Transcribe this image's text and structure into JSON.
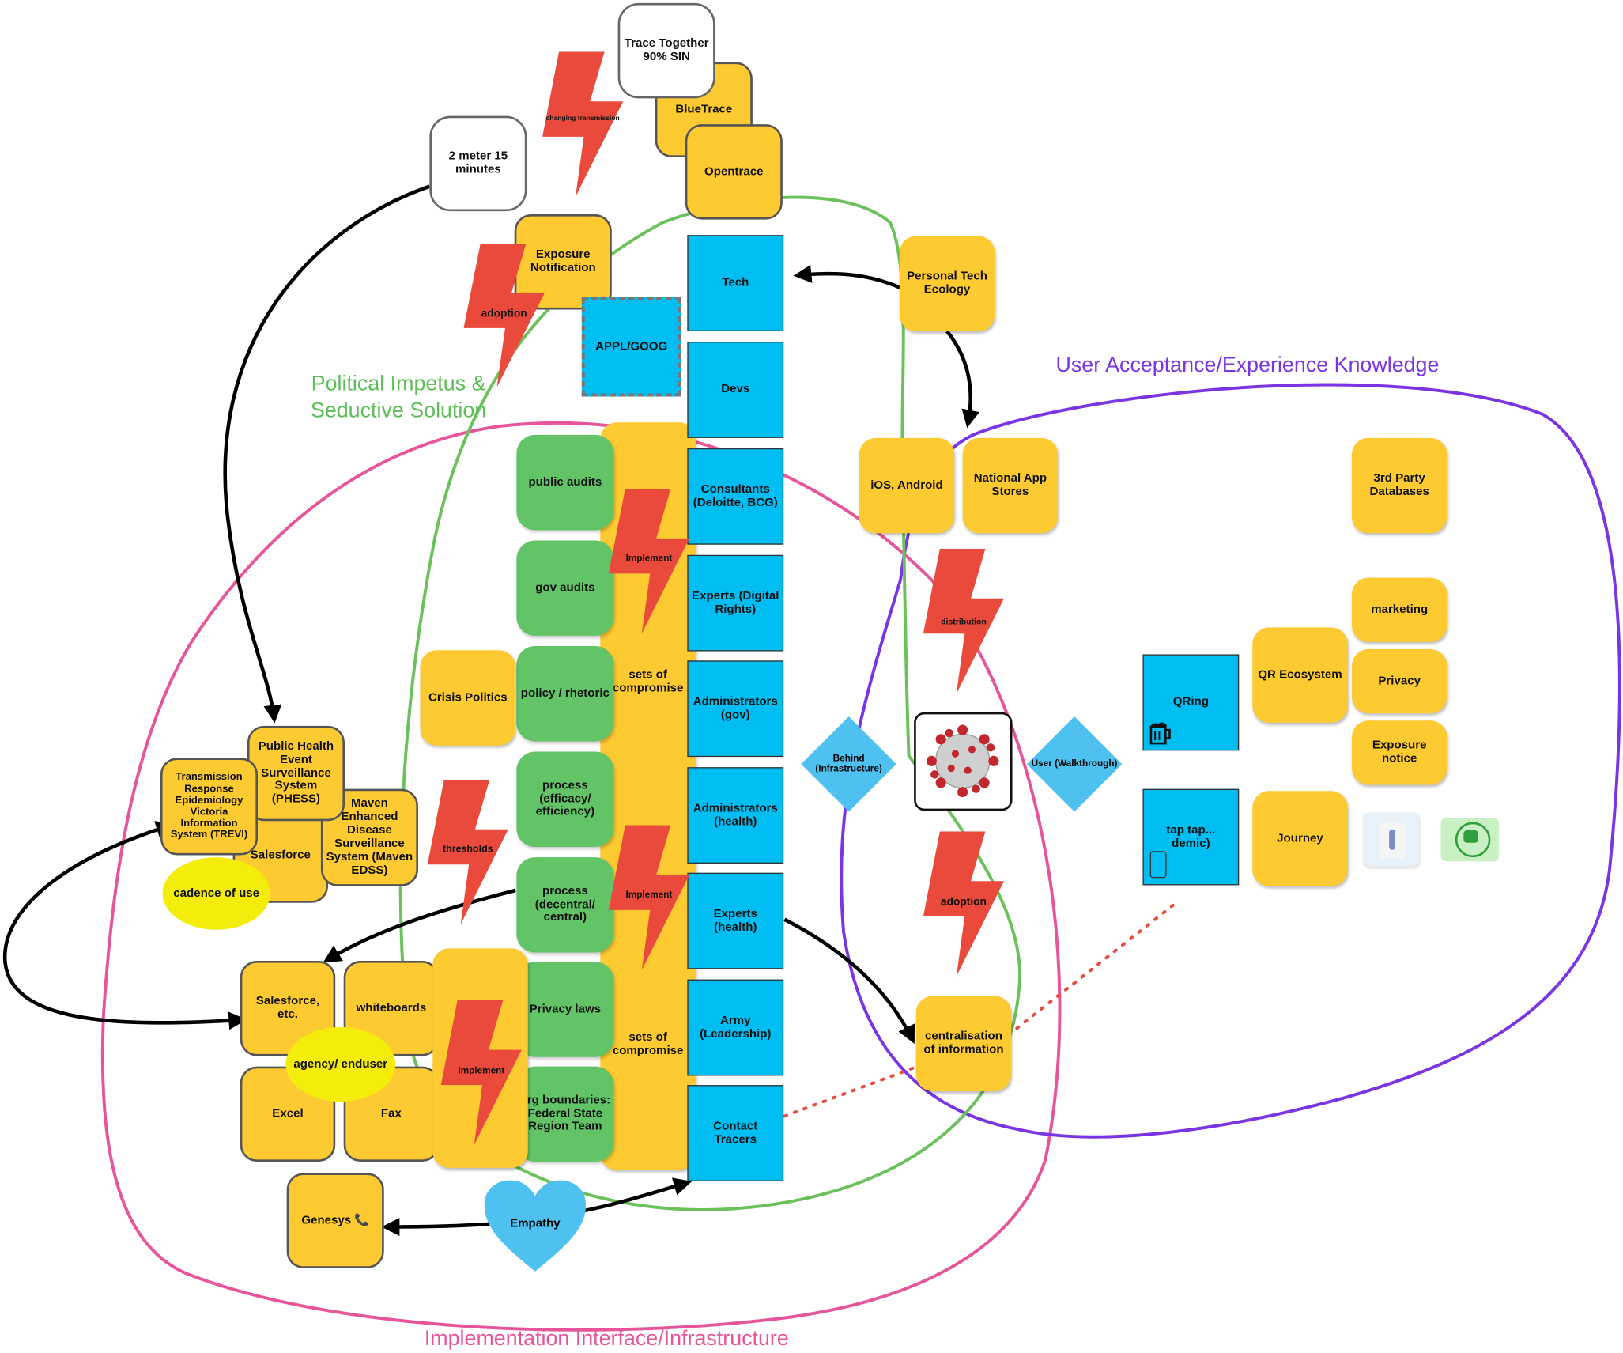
{
  "colors": {
    "sticky": "#fdca31",
    "tech_blue": "#00bdf2",
    "green": "#62c467",
    "bolt": "#ea4a3c",
    "pink": "#e6559a",
    "purple": "#7b34e3",
    "light_green": "#6cc15c",
    "diamond": "#4fc1f0",
    "lemon": "#f4ec0a"
  },
  "regions": {
    "political": "Political Impetus & Seductive Solution",
    "user": "User Acceptance/Experience Knowledge",
    "implementation": "Implementation Interface/Infrastructure"
  },
  "white_boxes": {
    "trace": "Trace Together 90% SIN",
    "meter": "2 meter 15 minutes"
  },
  "stickies": {
    "bluetrace": "BlueTrace",
    "opentrace": "Opentrace",
    "exposure_notification": "Exposure Notification",
    "personal_tech": "Personal Tech Ecology",
    "ios_android": "iOS, Android",
    "national_app_stores": "National App Stores",
    "third_party_db": "3rd Party Databases",
    "marketing": "marketing",
    "qr_ecosystem": "QR Ecosystem",
    "privacy": "Privacy",
    "exposure_notice": "Exposure notice",
    "journey": "Journey",
    "crisis_politics": "Crisis Politics",
    "phess": "Public Health Event Surveillance System (PHESS)",
    "trevi": "Transmission Response Epidemiology Victoria Information System (TREVI)",
    "maven": "Maven Enhanced Disease Surveillance System (Maven EDSS)",
    "salesforce": "Salesforce",
    "salesforce_etc": "Salesforce, etc.",
    "whiteboards": "whiteboards",
    "excel": "Excel",
    "fax": "Fax",
    "genesys": "Genesys 📞",
    "centralisation": "centralisation of information",
    "sets_of_compromise": "sets of compromise"
  },
  "green_boxes": [
    "public audits",
    "gov audits",
    "policy / rhetoric",
    "process (efficacy/ efficiency)",
    "process (decentral/ central)",
    "Privacy laws",
    "org boundaries: Federal State Region Team"
  ],
  "blue_boxes": [
    "Tech",
    "Devs",
    "Consultants (Deloitte, BCG)",
    "Experts (Digital Rights)",
    "Administrators (gov)",
    "Administrators (health)",
    "Experts (health)",
    "Army (Leadership)",
    "Contact Tracers"
  ],
  "appl_goog": "APPL/GOOG",
  "qring": "QRing",
  "tap_tap": "tap tap... demic)",
  "lemons": {
    "cadence": "cadence of use",
    "agency": "agency/ enduser"
  },
  "diamonds": {
    "behind": "Behind (Infrastructure)",
    "user": "User (Walkthrough)"
  },
  "bolts": {
    "changing": "changing transmission",
    "adoption_top": "adoption",
    "implement1": "Implement",
    "distribution": "distribution",
    "thresholds": "thresholds",
    "implement2": "Implement",
    "adoption_right": "adoption",
    "implement3": "Implement"
  },
  "heart": "Empathy",
  "icons": [
    "virus-image",
    "covidsafe-app-screenshot",
    "covidsafe-logo",
    "beer-icon",
    "phone-icon"
  ]
}
